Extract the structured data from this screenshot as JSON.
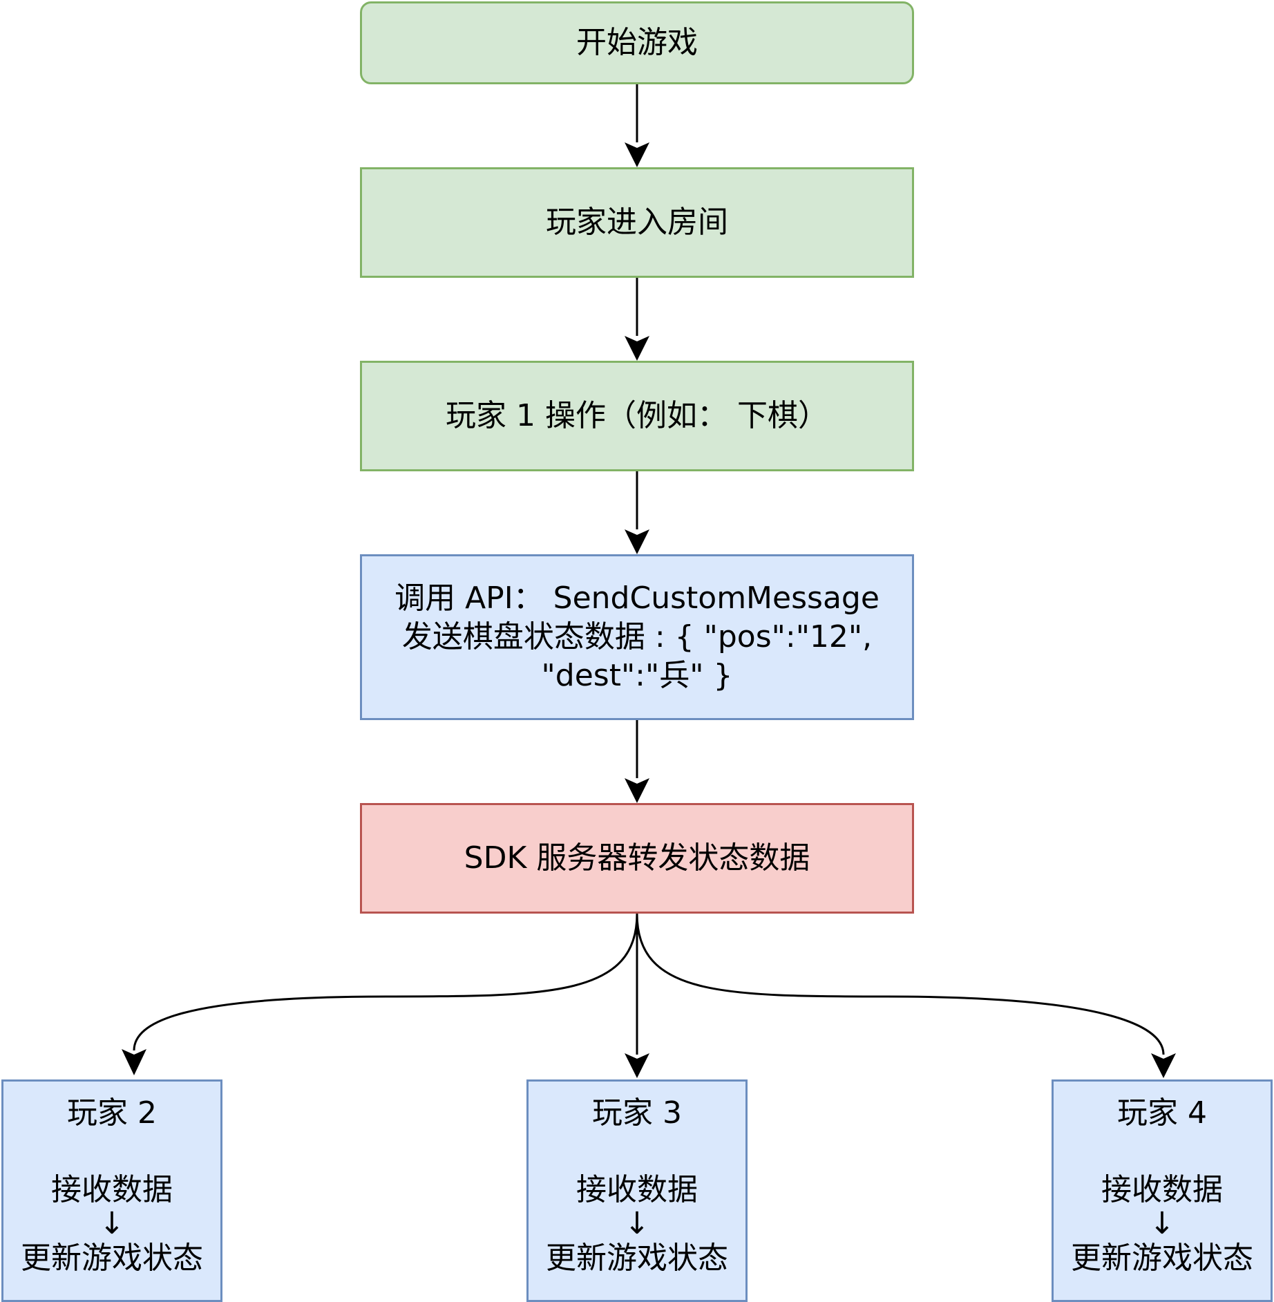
{
  "nodes": {
    "start": {
      "label": "开始游戏"
    },
    "enter_room": {
      "label": "玩家进入房间"
    },
    "player1_action": {
      "label": "玩家 1 操作（例如： 下棋）"
    },
    "api_call": {
      "line1": "调用 API： SendCustomMessage",
      "line2": "发送棋盘状态数据 : { \"pos\":\"12\",",
      "line3": "\"dest\":\"兵\" }"
    },
    "sdk_forward": {
      "label": "SDK 服务器转发状态数据"
    },
    "players": [
      {
        "title": "玩家 2",
        "receive": "接收数据",
        "arrow": "↓",
        "update": "更新游戏状态"
      },
      {
        "title": "玩家 3",
        "receive": "接收数据",
        "arrow": "↓",
        "update": "更新游戏状态"
      },
      {
        "title": "玩家 4",
        "receive": "接收数据",
        "arrow": "↓",
        "update": "更新游戏状态"
      }
    ]
  },
  "colors": {
    "green_fill": "#d5e8d4",
    "green_stroke": "#82b366",
    "blue_fill": "#dae8fc",
    "blue_stroke": "#6c8ebf",
    "red_fill": "#f8cecc",
    "red_stroke": "#b85450",
    "connector": "#000000"
  }
}
